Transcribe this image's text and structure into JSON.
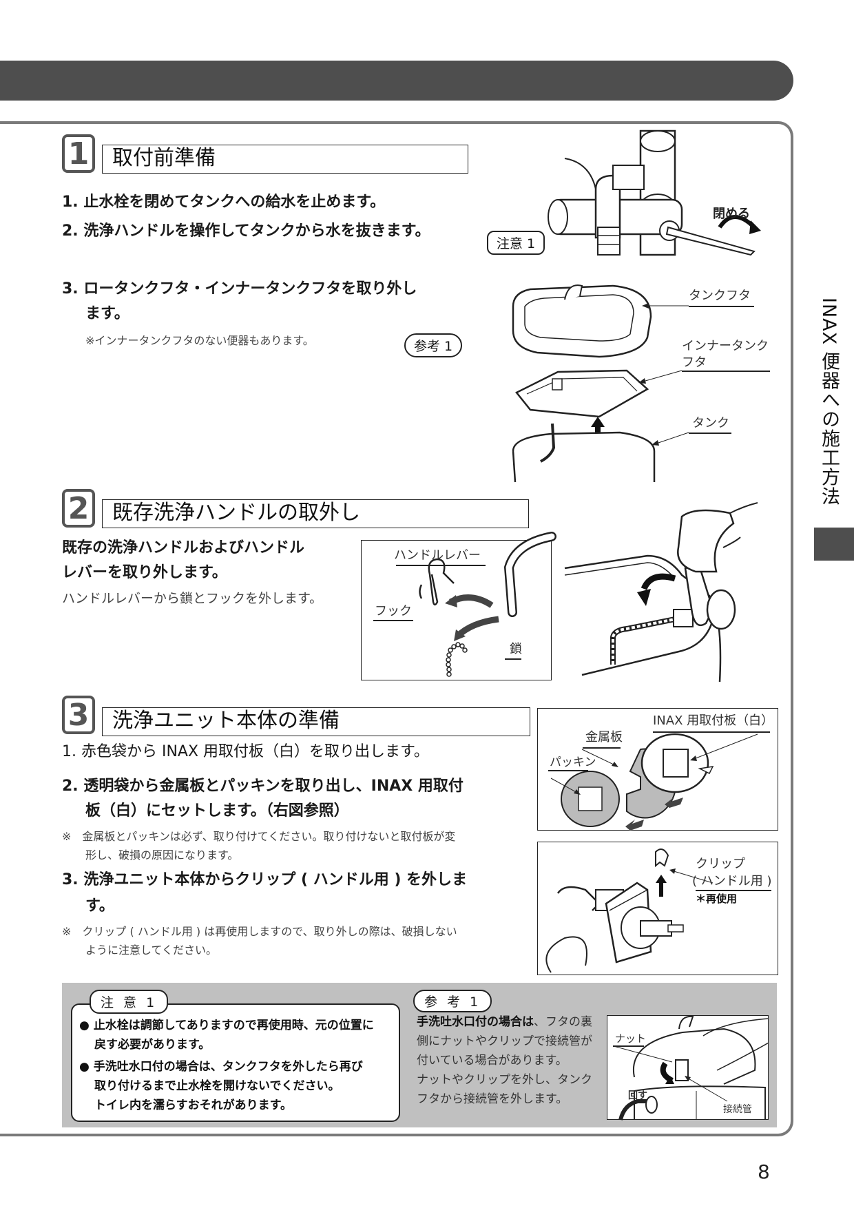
{
  "side_tab": {
    "label": "INAX 便器への施工方法"
  },
  "page_number": "8",
  "sections": [
    {
      "number": "1",
      "title": "取付前準備",
      "items": [
        "1. 止水栓を閉めてタンクへの給水を止めます。",
        "2. 洗浄ハンドルを操作してタンクから水を抜きます。",
        "3. ロータンクフタ・インナータンクフタを取り外し",
        "ます。"
      ],
      "note": "※インナータンクフタのない便器もあります。",
      "ref_badge": "参考 1",
      "caution_badge": "注意 1",
      "figure_labels": {
        "close": "閉める",
        "tank_lid": "タンクフタ",
        "inner_lid_1": "インナータンク",
        "inner_lid_2": "フタ",
        "tank": "タンク"
      }
    },
    {
      "number": "2",
      "title": "既存洗浄ハンドルの取外し",
      "lead_1": "既存の洗浄ハンドルおよびハンドル",
      "lead_2": "レバーを取り外します。",
      "sub": "ハンドルレバーから鎖とフックを外します。",
      "figure_labels": {
        "handle_lever": "ハンドルレバー",
        "hook": "フック",
        "chain": "鎖"
      }
    },
    {
      "number": "3",
      "title": "洗浄ユニット本体の準備",
      "items": [
        "1. 赤色袋から INAX 用取付板（白）を取り出します。",
        "2. 透明袋から金属板とパッキンを取り出し、INAX 用取付",
        "板（白）にセットします。（右図参照）",
        "3. 洗浄ユニット本体からクリップ ( ハンドル用 ) を外しま",
        "す。"
      ],
      "notes": [
        "※　金属板とパッキンは必ず、取り付けてください。取り付けないと取付板が変",
        "形し、破損の原因になります。",
        "※　クリップ ( ハンドル用 ) は再使用しますので、取り外しの際は、破損しない",
        "ように注意してください。"
      ],
      "figure_labels": {
        "mount_plate": "INAX 用取付板（白）",
        "metal_plate": "金属板",
        "packing": "パッキン",
        "clip_1": "クリップ",
        "clip_2": "( ハンドル用 )",
        "reuse": "＊再使用"
      }
    }
  ],
  "caution": {
    "title": "注 意 1",
    "bullets": [
      "● 止水栓は調節してありますので再使用時、元の位置に",
      "戻す必要があります。",
      "● 手洗吐水口付の場合は、タンクフタを外したら再び",
      "取り付けるまで止水栓を開けないでください。",
      "トイレ内を濡らすおそれがあります。"
    ]
  },
  "reference": {
    "title": "参 考 1",
    "bold_lead": "手洗吐水口付の場合は",
    "text_1": "、フタの裏",
    "text_2": "側にナットやクリップで接続管が",
    "text_3": "付いている場合があります。",
    "text_4": "ナットやクリップを外し、タンク",
    "text_5": "フタから接続管を外します。",
    "figure_labels": {
      "nut": "ナット",
      "turn": "回す",
      "pipe": "接続管"
    }
  }
}
